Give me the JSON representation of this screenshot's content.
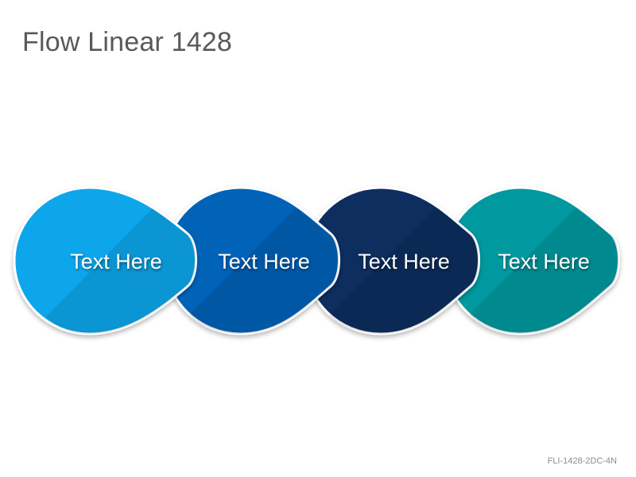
{
  "title": "Flow Linear 1428",
  "code": "FLI-1428-2DC-4N",
  "steps": [
    {
      "label": "Text Here",
      "color": "#0aa6ea"
    },
    {
      "label": "Text Here",
      "color": "#0563b8"
    },
    {
      "label": "Text Here",
      "color": "#0b2f5e"
    },
    {
      "label": "Text Here",
      "color": "#03999f"
    }
  ]
}
